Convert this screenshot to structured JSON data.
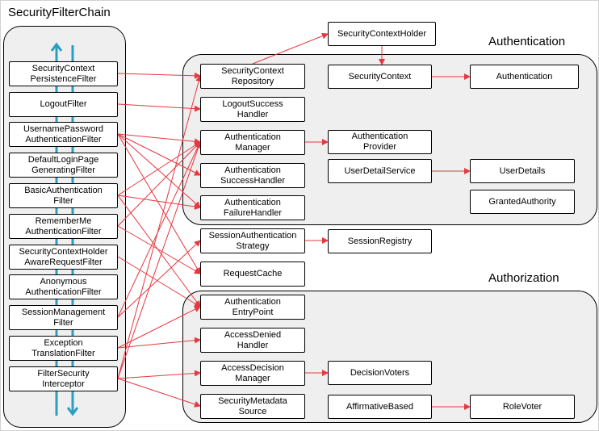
{
  "titles": {
    "chain": "SecurityFilterChain",
    "authentication": "Authentication",
    "authorization": "Authorization"
  },
  "filters": [
    "SecurityContext\nPersistenceFilter",
    "LogoutFilter",
    "UsernamePassword\nAuthenticationFilter",
    "DefaultLoginPage\nGeneratingFilter",
    "BasicAuthentication\nFilter",
    "RememberMe\nAuthenticationFilter",
    "SecurityContextHolder\nAwareRequestFilter",
    "Anonymous\nAuthenticationFilter",
    "SessionManagement\nFilter",
    "Exception\nTranslationFilter",
    "FilterSecurity\nInterceptor"
  ],
  "components": [
    "SecurityContext\nRepository",
    "LogoutSuccess\nHandler",
    "Authentication\nManager",
    "Authentication\nSuccessHandler",
    "Authentication\nFailureHandler",
    "SessionAuthentication\nStrategy",
    "RequestCache",
    "Authentication\nEntryPoint",
    "AccessDenied\nHandler",
    "AccessDecision\nManager",
    "SecurityMetadata\nSource"
  ],
  "nodes": {
    "security_context_holder": "SecurityContextHolder",
    "security_context": "SecurityContext",
    "authentication": "Authentication",
    "authentication_provider": "Authentication\nProvider",
    "user_detail_service": "UserDetailService",
    "user_details": "UserDetails",
    "granted_authority": "GrantedAuthority",
    "session_registry": "SessionRegistry",
    "decision_voters": "DecisionVoters",
    "affirmative_based": "AffirmativeBased",
    "role_voter": "RoleVoter"
  },
  "colors": {
    "arrow": "#e8373f",
    "flow": "#2a9fc1",
    "panel": "#efefef"
  }
}
